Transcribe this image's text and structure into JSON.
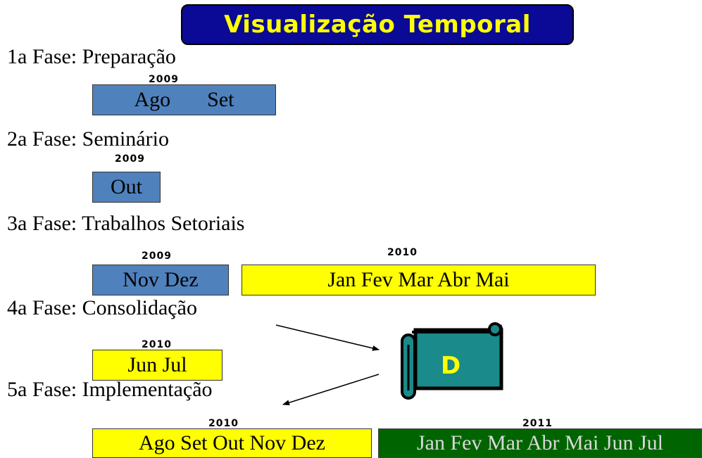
{
  "title": "Visualização Temporal",
  "phases": [
    {
      "label": "1a Fase:  Preparação",
      "years": [
        "2009"
      ],
      "bars": [
        [
          "Ago",
          "Set"
        ]
      ]
    },
    {
      "label": "2a Fase:  Seminário",
      "years": [
        "2009"
      ],
      "bars": [
        [
          "Out"
        ]
      ]
    },
    {
      "label": "3a Fase: Trabalhos  Setoriais",
      "years": [
        "2009",
        "2010"
      ],
      "bars": [
        [
          "Nov Dez"
        ],
        [
          "Jan Fev Mar Abr Mai"
        ]
      ]
    },
    {
      "label": "4a Fase: Consolidação",
      "years": [
        "2010"
      ],
      "bars": [
        [
          "Jun Jul"
        ]
      ]
    },
    {
      "label": "5a Fase:  Implementação",
      "years": [
        "2010",
        "2011"
      ],
      "bars": [
        [
          "Ago Set Out Nov Dez"
        ],
        [
          "Jan Fev Mar Abr Mai Jun Jul"
        ]
      ]
    }
  ],
  "document_icon": {
    "letter": "D",
    "icon": "scroll-document-icon",
    "fill": "#1a8a8a",
    "letter_color": "#ffff00"
  },
  "colors": {
    "title_bg": "#0a0a96",
    "title_text": "#ffff00",
    "blue": "#4f81bd",
    "yellow": "#ffff00",
    "green": "#006400"
  }
}
